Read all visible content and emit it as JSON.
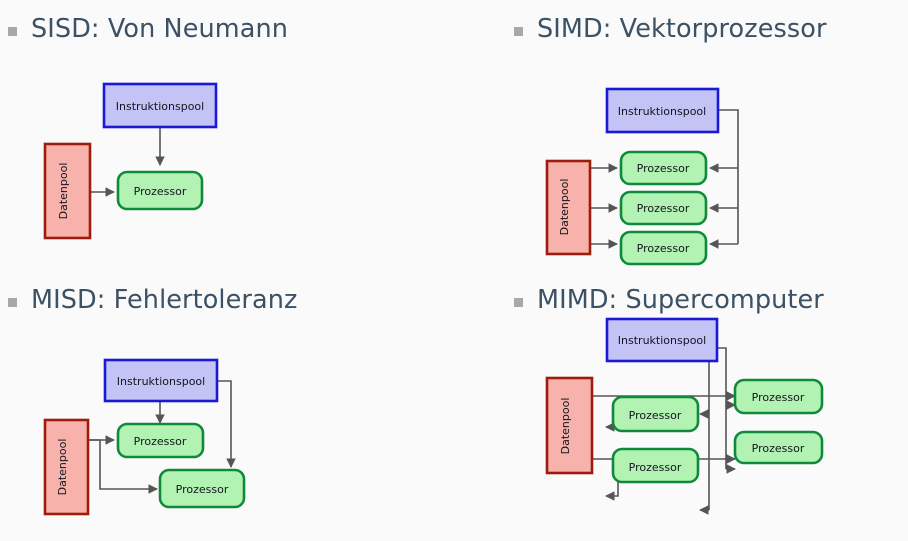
{
  "slide": {
    "background_color": "#fafafa",
    "bullet_color": "#a8a8a8",
    "heading_color": "#3b5165",
    "palette": {
      "instruction_fill": "#c3c3f5",
      "instruction_stroke": "#1a1ad6",
      "data_fill": "#f7b3ab",
      "data_stroke": "#9e1b10",
      "processor_fill": "#b2f2b2",
      "processor_stroke": "#0f8a3c",
      "connector": "#555555"
    },
    "labels": {
      "instruction_pool": "Instruktionspool",
      "data_pool": "Datenpool",
      "processor": "Prozessor"
    },
    "quadrants": [
      {
        "id": "sisd",
        "heading": "SISD: Von Neumann",
        "instruction_pools": 1,
        "data_pools": 1,
        "processors": 1
      },
      {
        "id": "simd",
        "heading": "SIMD: Vektorprozessor",
        "instruction_pools": 1,
        "data_pools": 1,
        "processors": 3
      },
      {
        "id": "misd",
        "heading": "MISD: Fehlertoleranz",
        "instruction_pools": 1,
        "data_pools": 1,
        "processors": 2
      },
      {
        "id": "mimd",
        "heading": "MIMD: Supercomputer",
        "instruction_pools": 1,
        "data_pools": 1,
        "processors": 4
      }
    ]
  }
}
